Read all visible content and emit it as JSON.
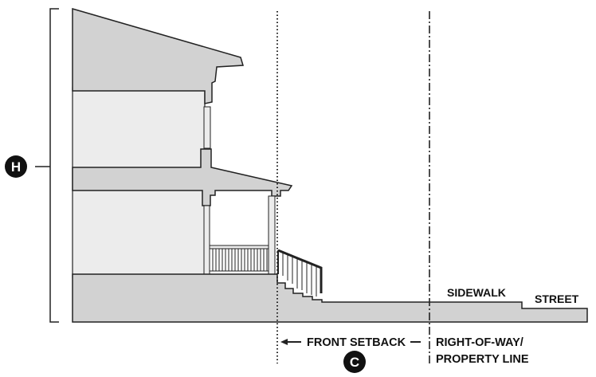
{
  "markers": {
    "height": "H",
    "setback": "C"
  },
  "labels": {
    "sidewalk": "SIDEWALK",
    "street": "STREET",
    "front_setback": "FRONT SETBACK",
    "row_line1": "RIGHT-OF-WAY/",
    "row_line2": "PROPERTY LINE"
  },
  "colors": {
    "fill_dark": "#d2d2d2",
    "fill_wall": "#ececec",
    "outline": "#222222",
    "badge": "#111111"
  }
}
